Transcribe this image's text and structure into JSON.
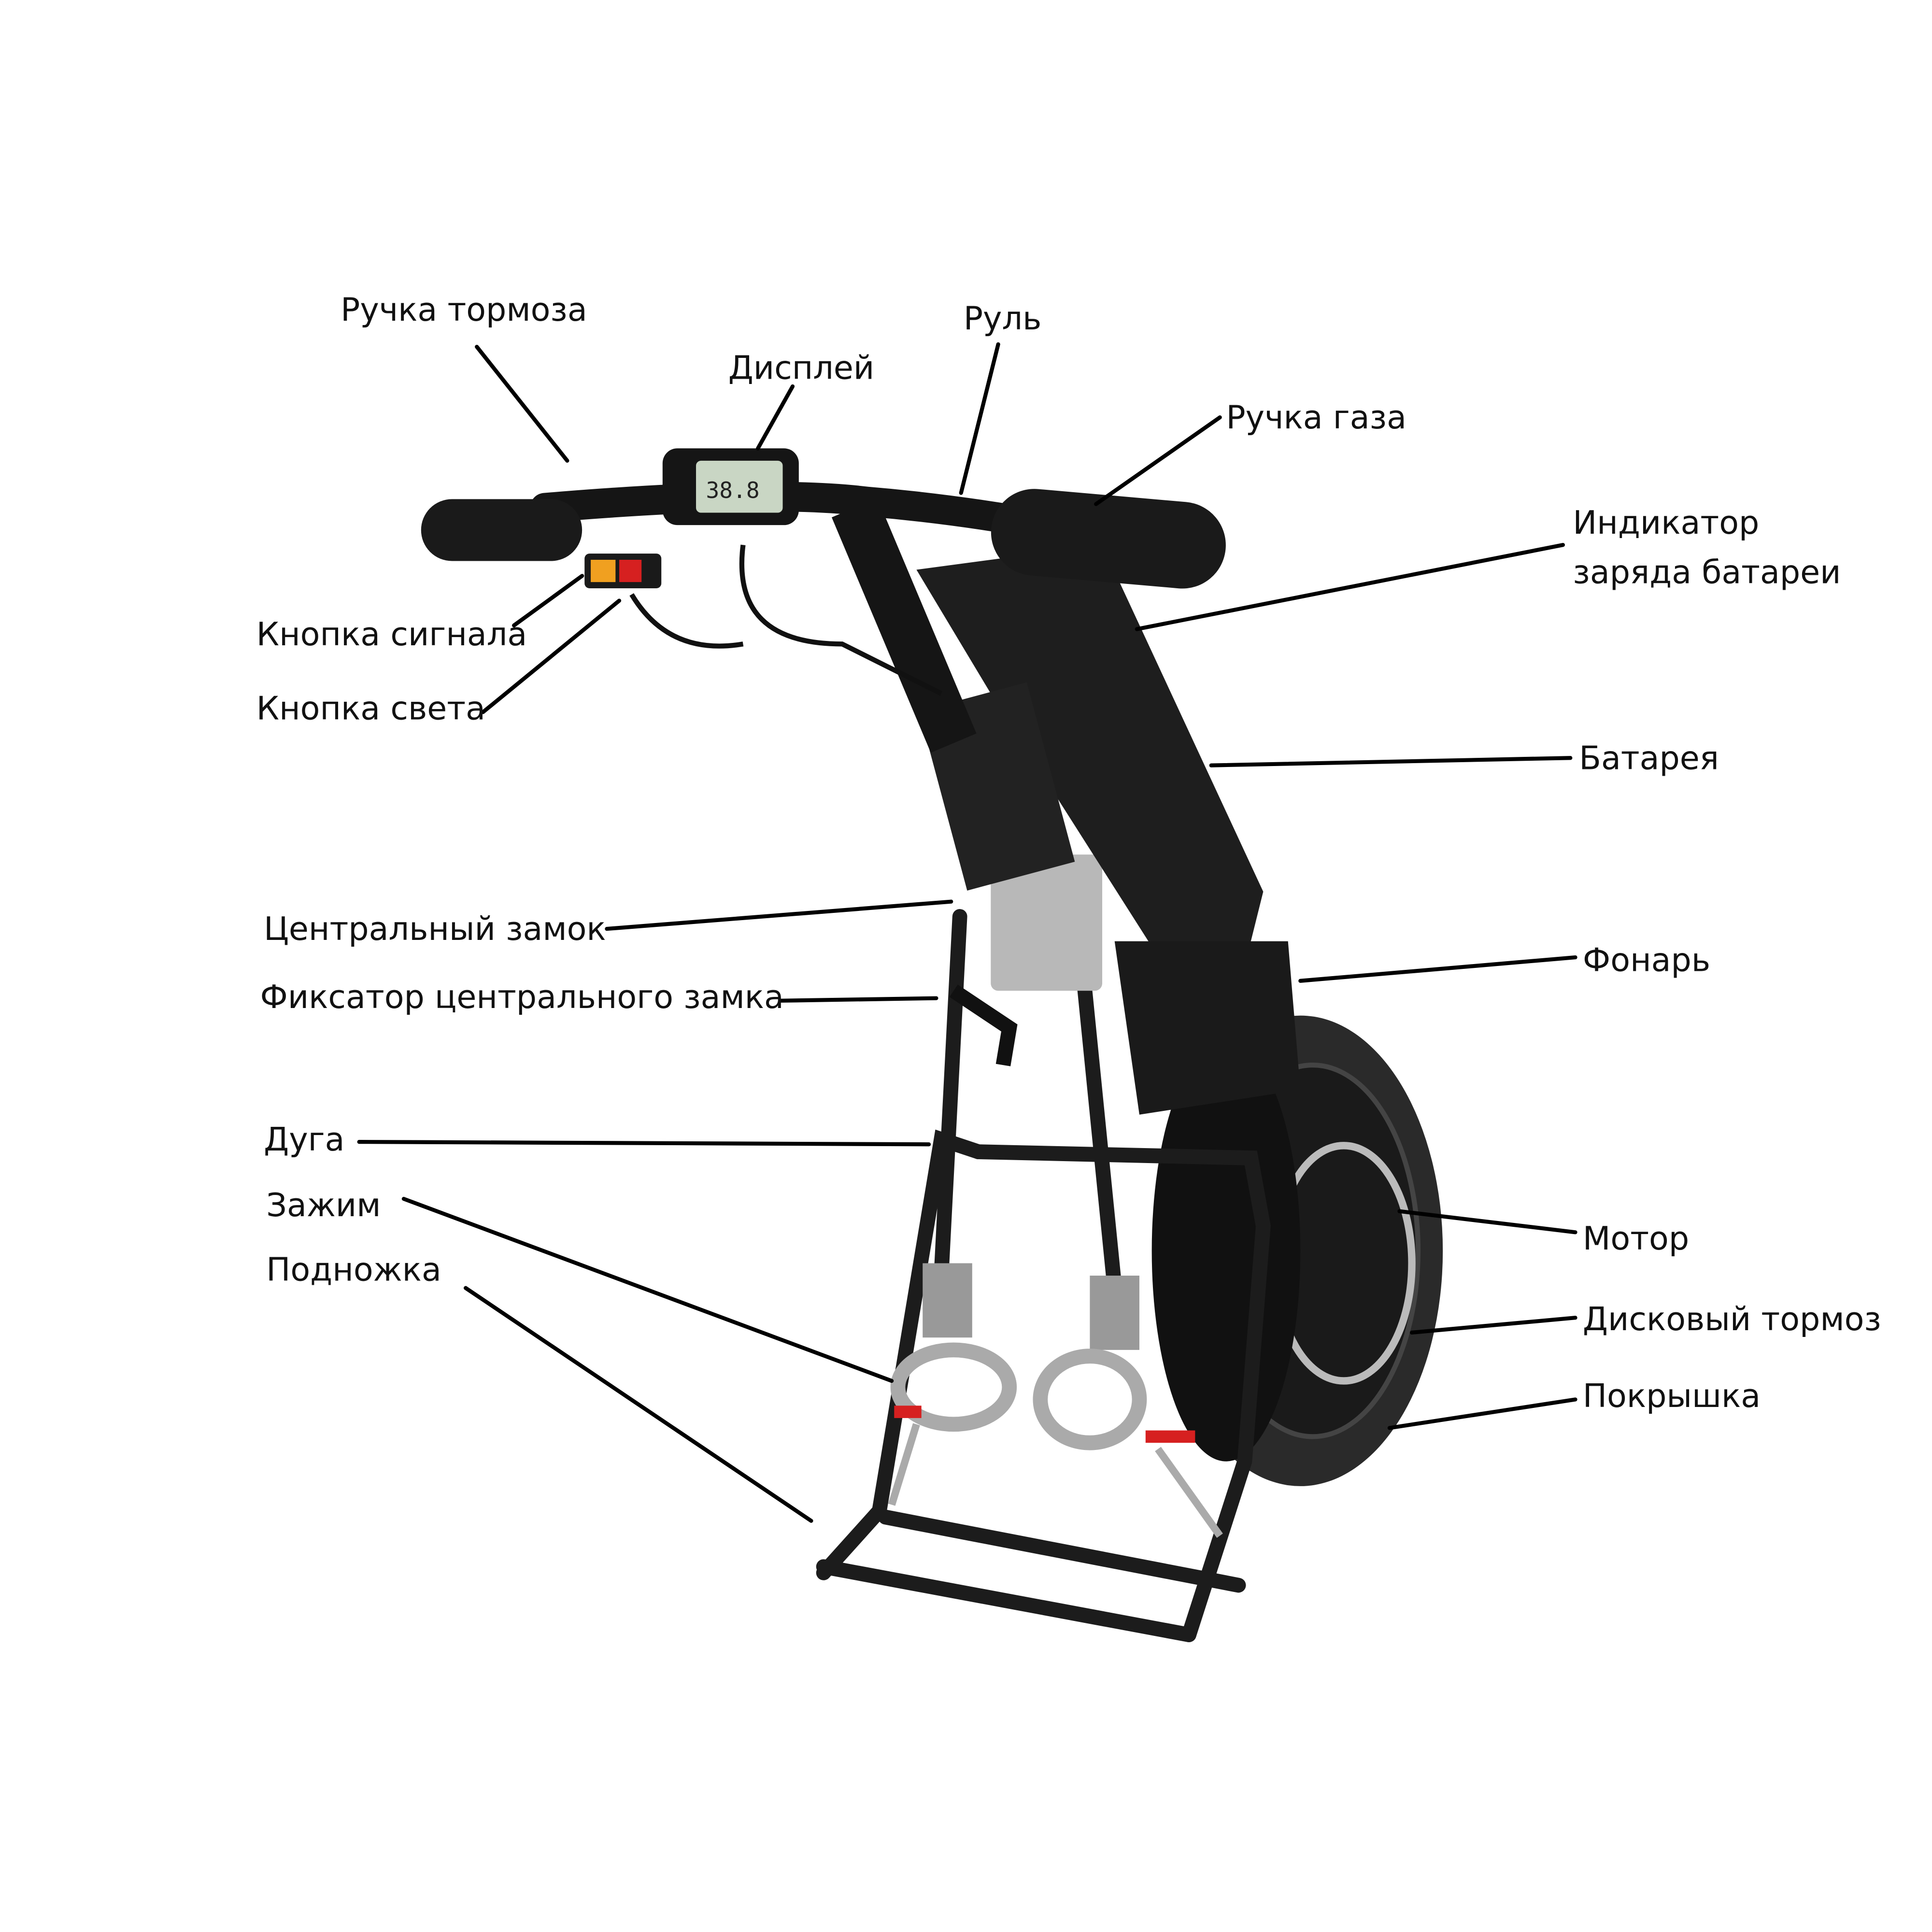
{
  "diagram": {
    "colors": {
      "background": "#ffffff",
      "frame": "#1c1c1c",
      "metal": "#b8b8b8",
      "accent_red": "#d62020",
      "button_orange": "#f0a020",
      "display_screen": "#c9d6c4"
    },
    "display_reading": "38.8",
    "labels": {
      "brake_lever": "Ручка тормоза",
      "display": "Дисплей",
      "handlebar": "Руль",
      "throttle": "Ручка газа",
      "battery_indicator_line1": "Индикатор",
      "battery_indicator_line2": "заряда батареи",
      "horn_button": "Кнопка сигнала",
      "light_button": "Кнопка света",
      "battery": "Батарея",
      "central_lock": "Центральный замок",
      "central_lock_retainer": "Фиксатор центрального замка",
      "headlight": "Фонарь",
      "arc": "Дуга",
      "clamp": "Зажим",
      "footrest": "Подножка",
      "motor": "Мотор",
      "disc_brake": "Дисковый тормоз",
      "tire": "Покрышка"
    }
  }
}
